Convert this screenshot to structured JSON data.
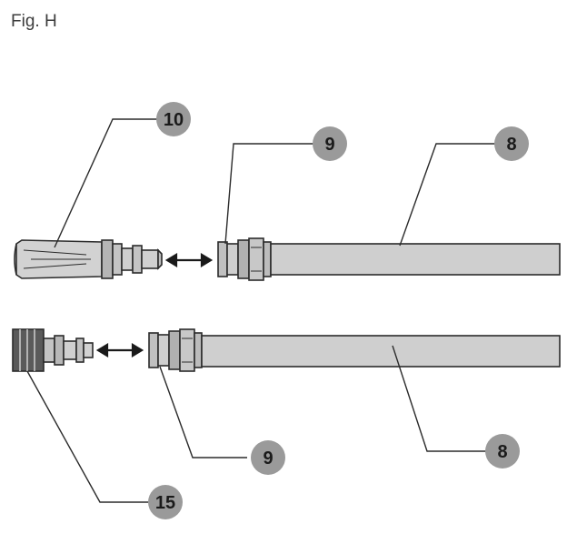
{
  "figure": {
    "title": "Fig. H"
  },
  "callouts": [
    {
      "id": "c10",
      "label": "10"
    },
    {
      "id": "c9a",
      "label": "9"
    },
    {
      "id": "c8a",
      "label": "8"
    },
    {
      "id": "c9b",
      "label": "9"
    },
    {
      "id": "c8b",
      "label": "8"
    },
    {
      "id": "c15",
      "label": "15"
    }
  ],
  "colors": {
    "line": "#2b2b2b",
    "part_fill": "#c8c8c8",
    "part_dark": "#8e8e8e",
    "hose_fill": "#cfcfcf",
    "callout_fill": "#9a9a9a"
  }
}
